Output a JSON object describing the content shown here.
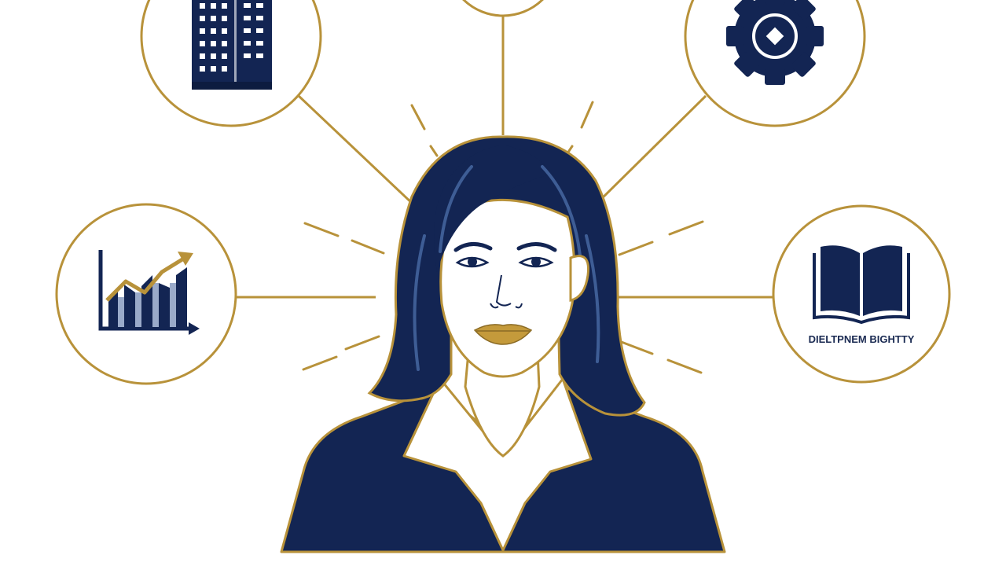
{
  "colors": {
    "navy": "#132553",
    "gold": "#b8923a",
    "lip_gold": "#c49a3b",
    "skin": "#ffffff",
    "background": "#ffffff"
  },
  "center": {
    "figure": "professional-woman-portrait"
  },
  "nodes": [
    {
      "id": "building",
      "icon": "office-building-icon",
      "label": ""
    },
    {
      "id": "top",
      "icon": "top-node",
      "label": ""
    },
    {
      "id": "gear",
      "icon": "gear-icon",
      "label": ""
    },
    {
      "id": "chart",
      "icon": "growth-chart-icon",
      "label": ""
    },
    {
      "id": "book",
      "icon": "open-book-icon",
      "label": "DIELTPNEM BIGHTTY"
    }
  ]
}
